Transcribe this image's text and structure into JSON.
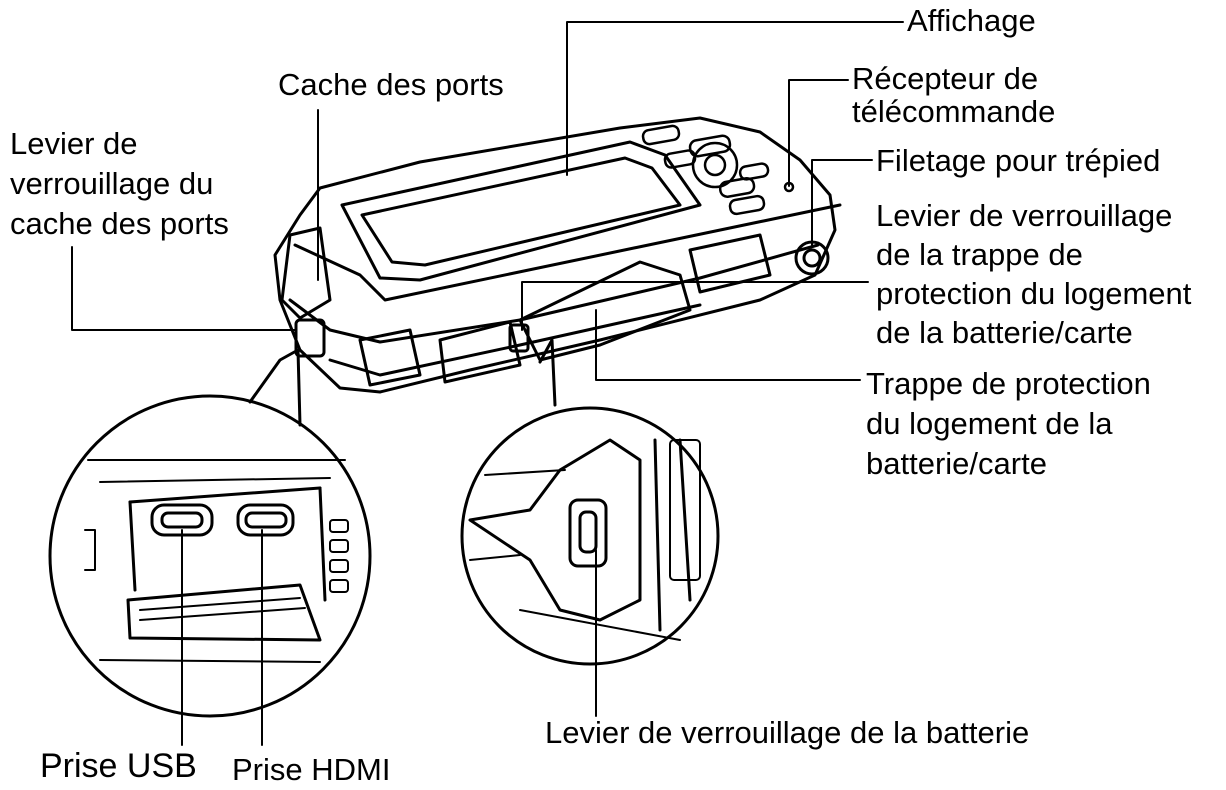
{
  "labels": {
    "affichage": "Affichage",
    "cache_ports": "Cache des ports",
    "levier_cache": "Levier de\nverrouillage du\ncache des ports",
    "recepteur": "Récepteur de\ntélécommande",
    "filetage": "Filetage pour trépied",
    "levier_trappe": "Levier de verrouillage\nde la trappe de\nprotection du logement\nde la batterie/carte",
    "trappe": "Trappe de protection\ndu logement de la\nbatterie/carte",
    "levier_batterie": "Levier de verrouillage de la batterie",
    "prise_usb": "Prise USB",
    "prise_hdmi": "Prise HDMI"
  },
  "colors": {
    "line": "#000000",
    "background": "#ffffff"
  }
}
